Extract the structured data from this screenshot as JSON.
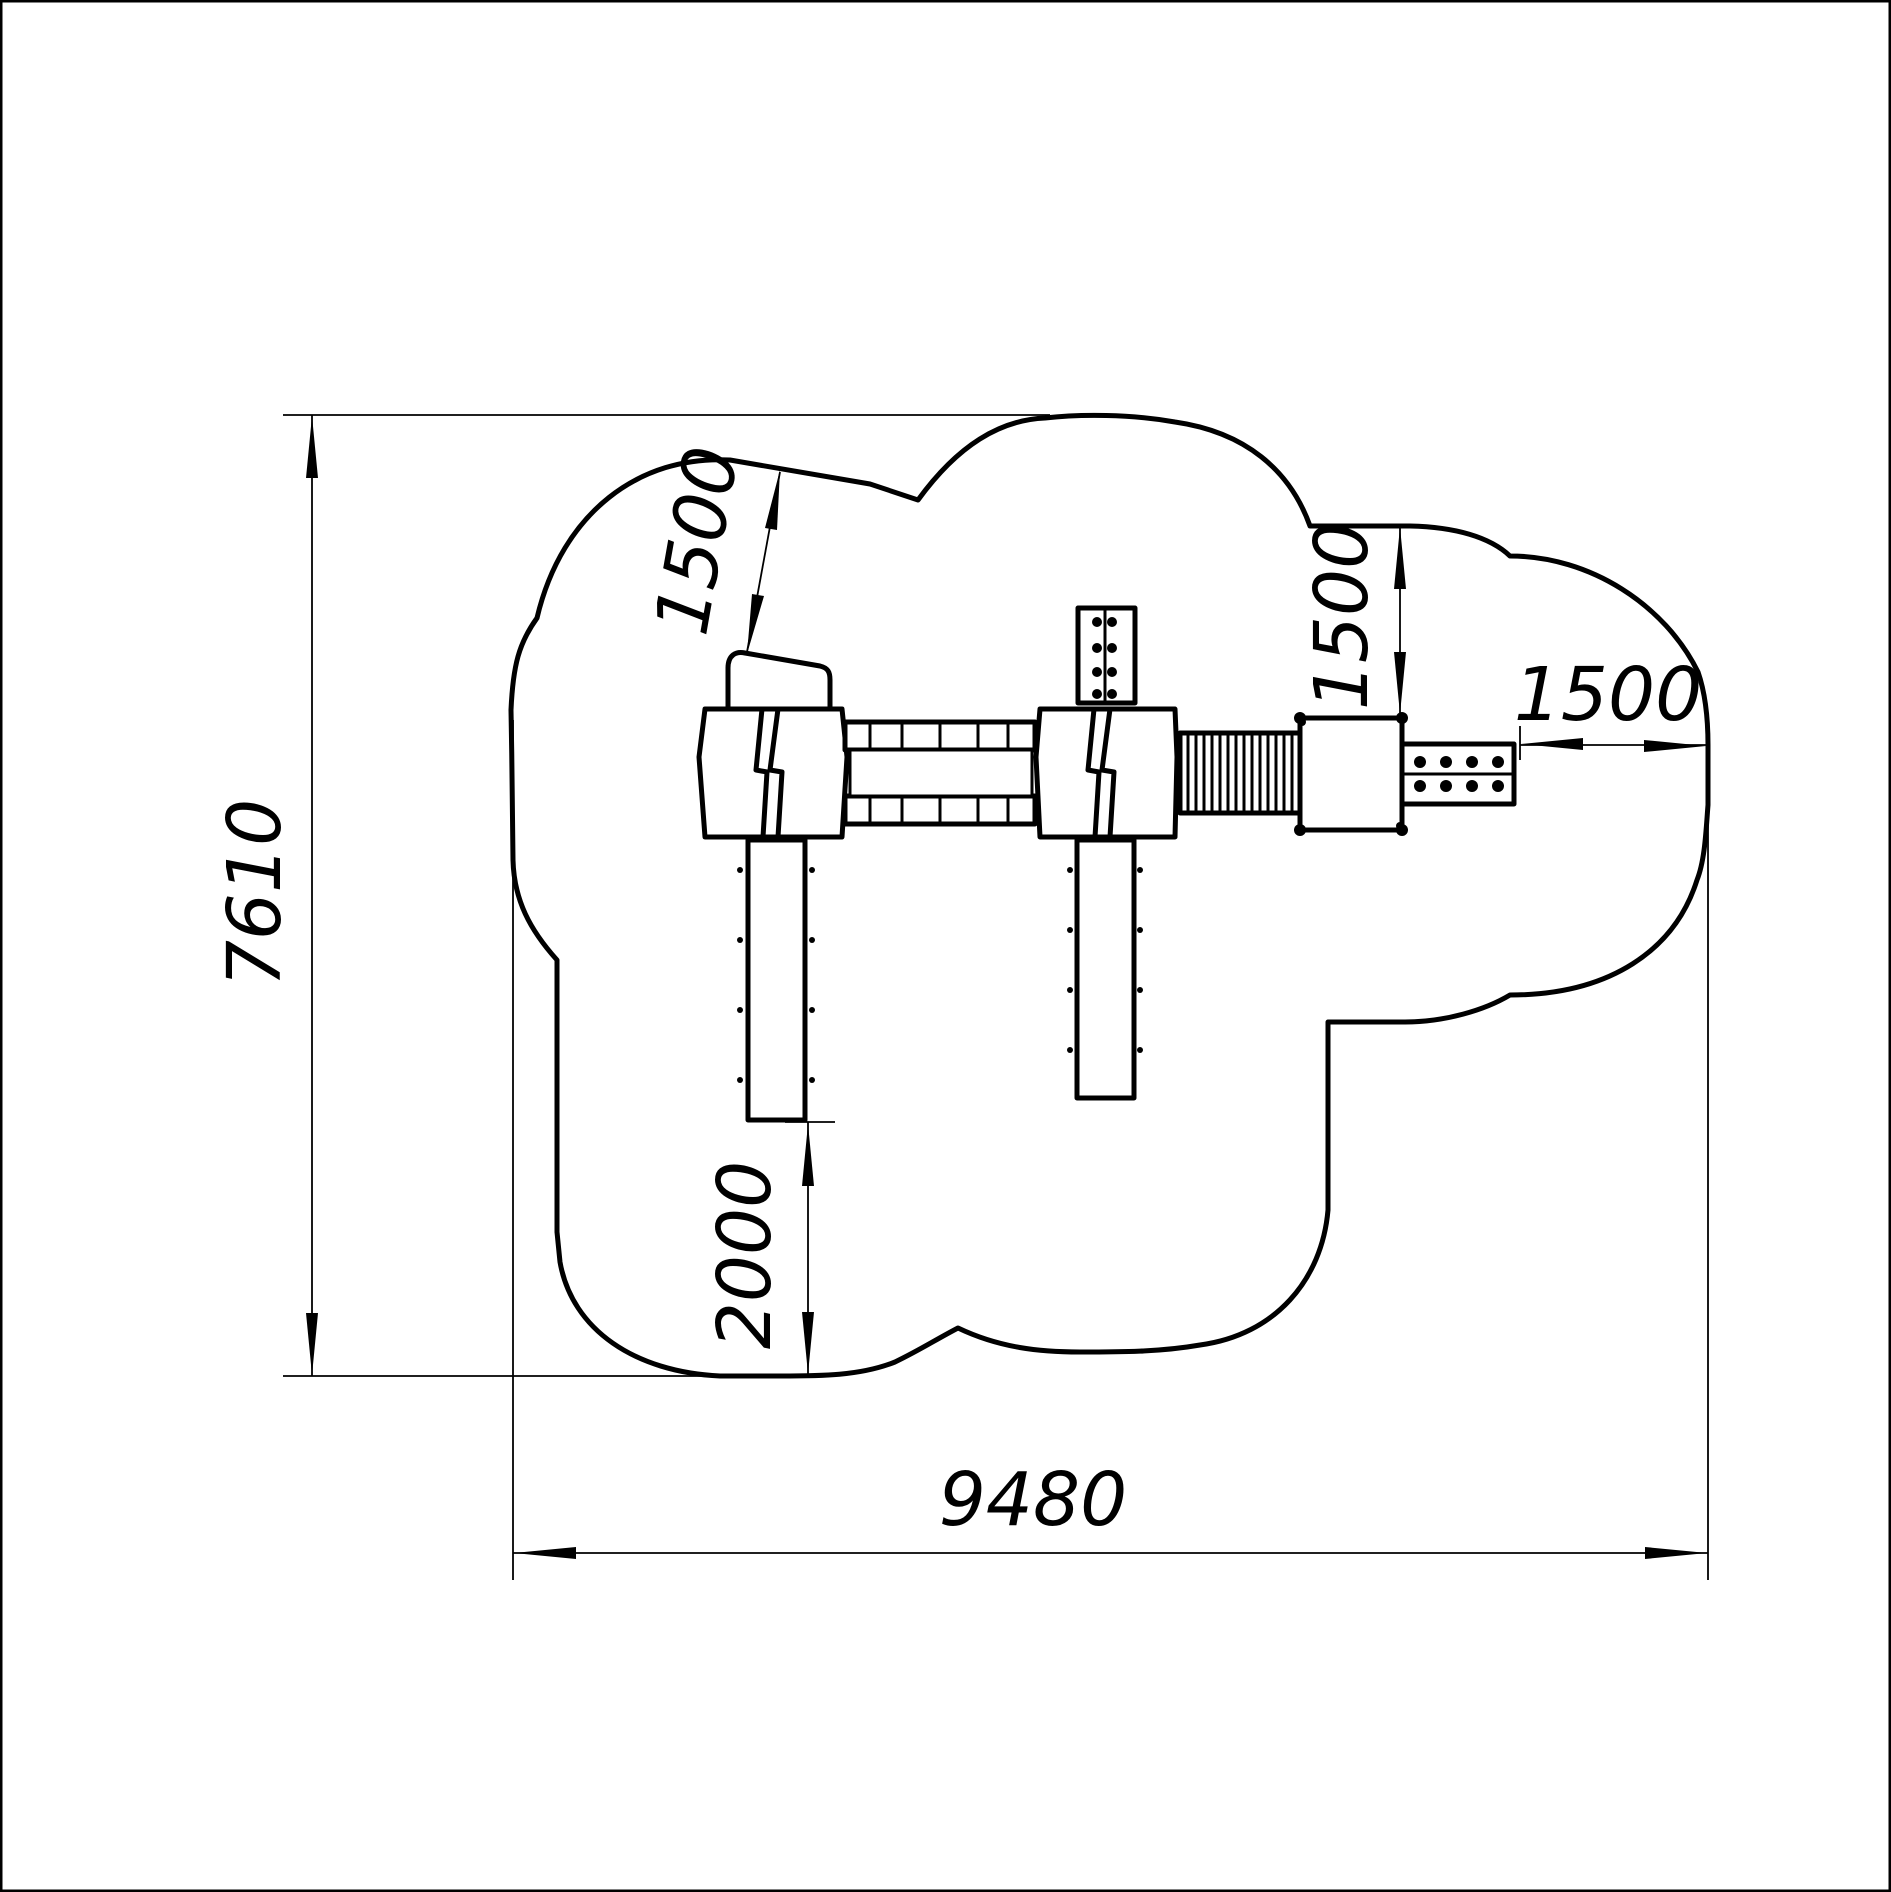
{
  "drawing": {
    "dimensions": {
      "overall_width": "9480",
      "overall_height": "7610",
      "safety_zone_top_left": "1500",
      "safety_zone_top_right": "1500",
      "safety_zone_right": "1500",
      "safety_zone_slide_exit": "2000"
    },
    "colors": {
      "line": "#000000",
      "background": "#ffffff"
    }
  }
}
